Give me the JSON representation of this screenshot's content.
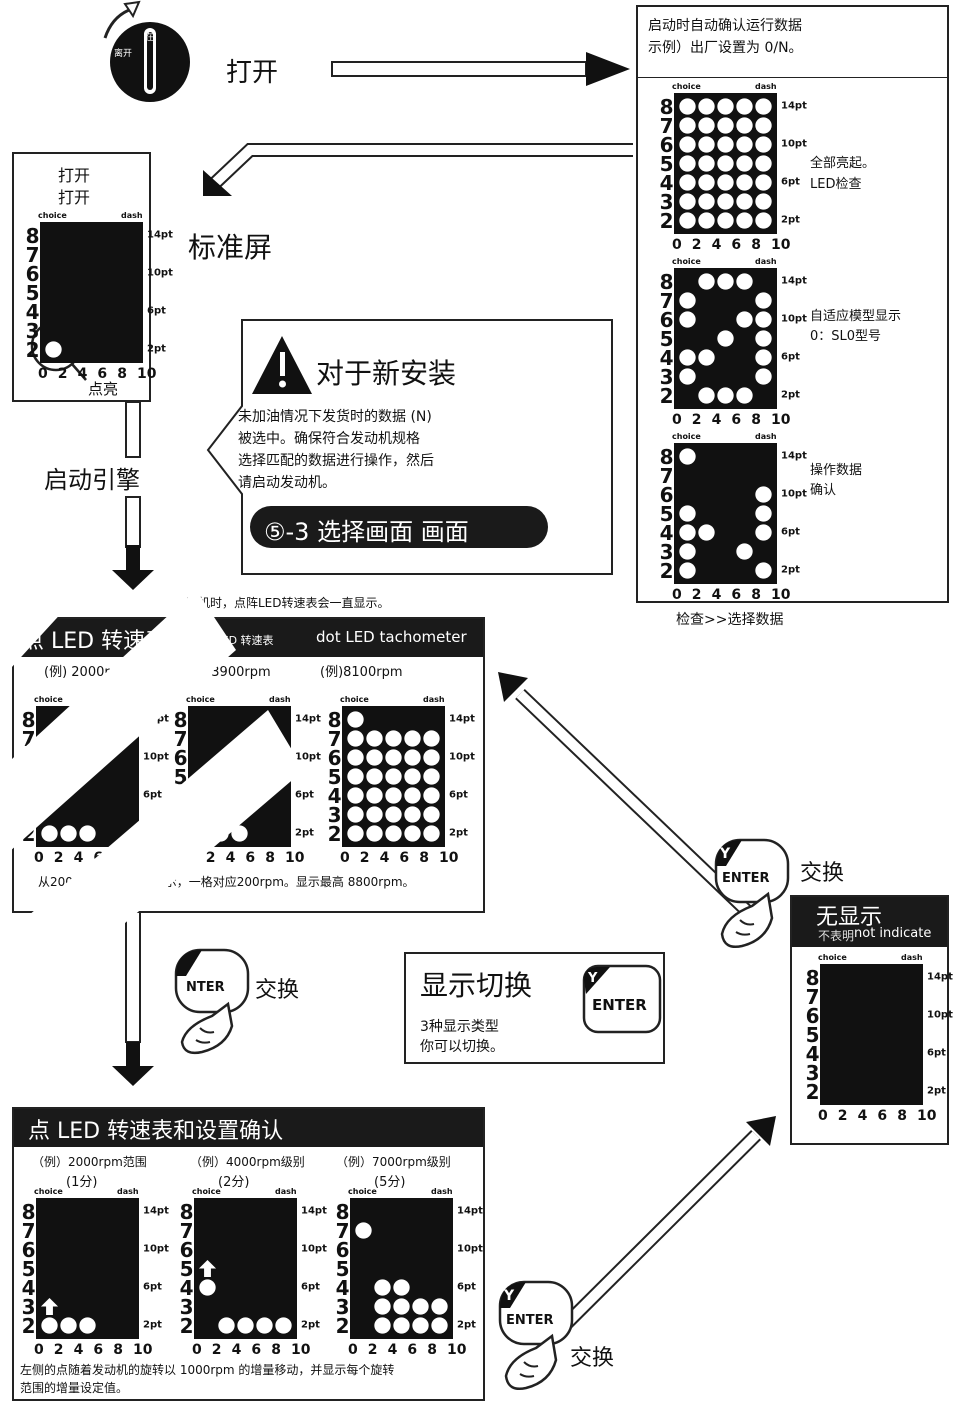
{
  "top": {
    "power_label": "打开",
    "switch_off": "离开",
    "switch_on": "在"
  },
  "confirm_box": {
    "line1": "启动时自动确认运行数据",
    "line2": "示例）出厂设置为 0/N。",
    "step1_line1": "全部亮起。",
    "step1_line2": "LED检查",
    "step2_line1": "自适应模型显示",
    "step2_line2": "0：SL0型号",
    "step3_line1": "操作数据",
    "step3_line2": "确认",
    "footer": "检查>>选择数据"
  },
  "standard": {
    "line1": "打开",
    "line2": "打开",
    "title": "标准屏",
    "lit_label": "点亮"
  },
  "start_engine": "启动引擎",
  "notice": {
    "title": "对于新安装",
    "body1": "未加油情况下发货时的数据 (N)",
    "body2": "被选中。确保符合发动机规格",
    "body3": "选择匹配的数据进行操作，然后",
    "body4": "请启动发动机。",
    "pill": "⑤-3 选择画面 画面"
  },
  "dot_tach": {
    "caption": "开机时，点阵LED转速表会一直显示。",
    "title": "点 LED 转速表",
    "title_sub": "点状 LED 转速表",
    "title_en": "dot LED tachometer",
    "ex1": "(例) 2000rpm",
    "ex2": "(例) 3900rpm",
    "ex3": "(例)8100rpm",
    "footer": "从2000rpm以上开始显示，一格对应200rpm。显示最高 8800rpm。"
  },
  "swap": "交换",
  "enter_y": "Y",
  "enter_label": "ENTER",
  "enter_partial": "NTER",
  "display_switch": {
    "title": "显示切换",
    "line1": "3种显示类型",
    "line2": "你可以切换。"
  },
  "no_display": {
    "title": "无显示",
    "sub": "不表明",
    "en": "not indicate"
  },
  "settings": {
    "title": "点 LED 转速表和设置确认",
    "ex1a": "（例）2000rpm范围",
    "ex1b": "(1分)",
    "ex2a": "（例）4000rpm级别",
    "ex2b": "(2分)",
    "ex3a": "（例）7000rpm级别",
    "ex3b": "(5分)",
    "footer1": "左侧的点随着发动机的旋转以 1000rpm 的增量移动，并显示每个旋转",
    "footer2": "范围的增量设定值。"
  },
  "grid": {
    "choice": "choice",
    "dash": "dash",
    "rows": [
      "8",
      "7",
      "6",
      "5",
      "4",
      "3",
      "2"
    ],
    "cols": [
      "0",
      "2",
      "4",
      "6",
      "8",
      "10"
    ],
    "pts": [
      "14pt",
      "10pt",
      "6pt",
      "2pt"
    ]
  }
}
